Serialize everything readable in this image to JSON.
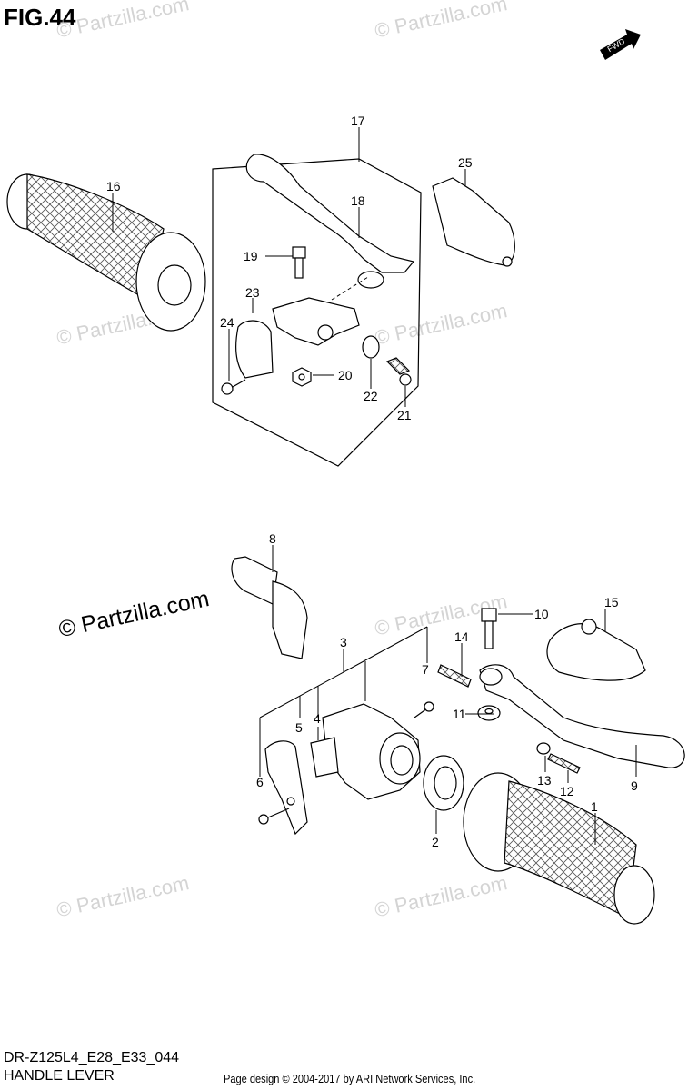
{
  "figure": {
    "title": "FIG.44",
    "fwd_label": "FWD"
  },
  "footer": {
    "model_code": "DR-Z125L4_E28_E33_044",
    "section_name": "HANDLE LEVER",
    "credit": "Page design © 2004-2017 by ARI Network Services, Inc."
  },
  "watermark": {
    "text": "© Partzilla.com"
  },
  "callouts": [
    "1",
    "2",
    "3",
    "4",
    "5",
    "6",
    "7",
    "8",
    "9",
    "10",
    "11",
    "12",
    "13",
    "14",
    "15",
    "16",
    "17",
    "18",
    "19",
    "20",
    "21",
    "22",
    "23",
    "24",
    "25"
  ]
}
